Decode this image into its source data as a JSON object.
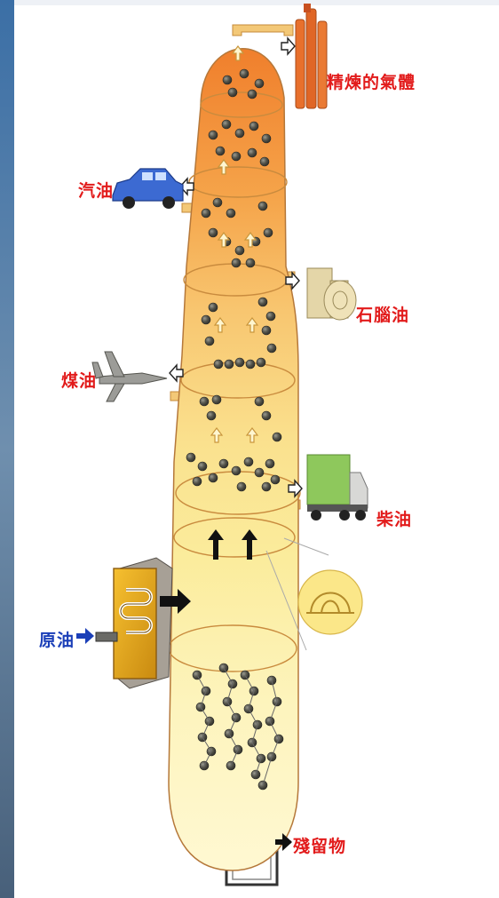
{
  "labels": {
    "refinery_gas": "精煉的氣體",
    "gasoline": "汽油",
    "naphtha": "石腦油",
    "kerosene": "煤油",
    "diesel": "柴油",
    "crude_oil": "原油",
    "residue": "殘留物"
  },
  "colors": {
    "label_red": "#e21b1b",
    "label_blue": "#1b3fb8",
    "column_top": "#f08a3a",
    "column_bottom": "#fff6c8",
    "molecule": "#4a4a44",
    "arrow": "#111111"
  }
}
